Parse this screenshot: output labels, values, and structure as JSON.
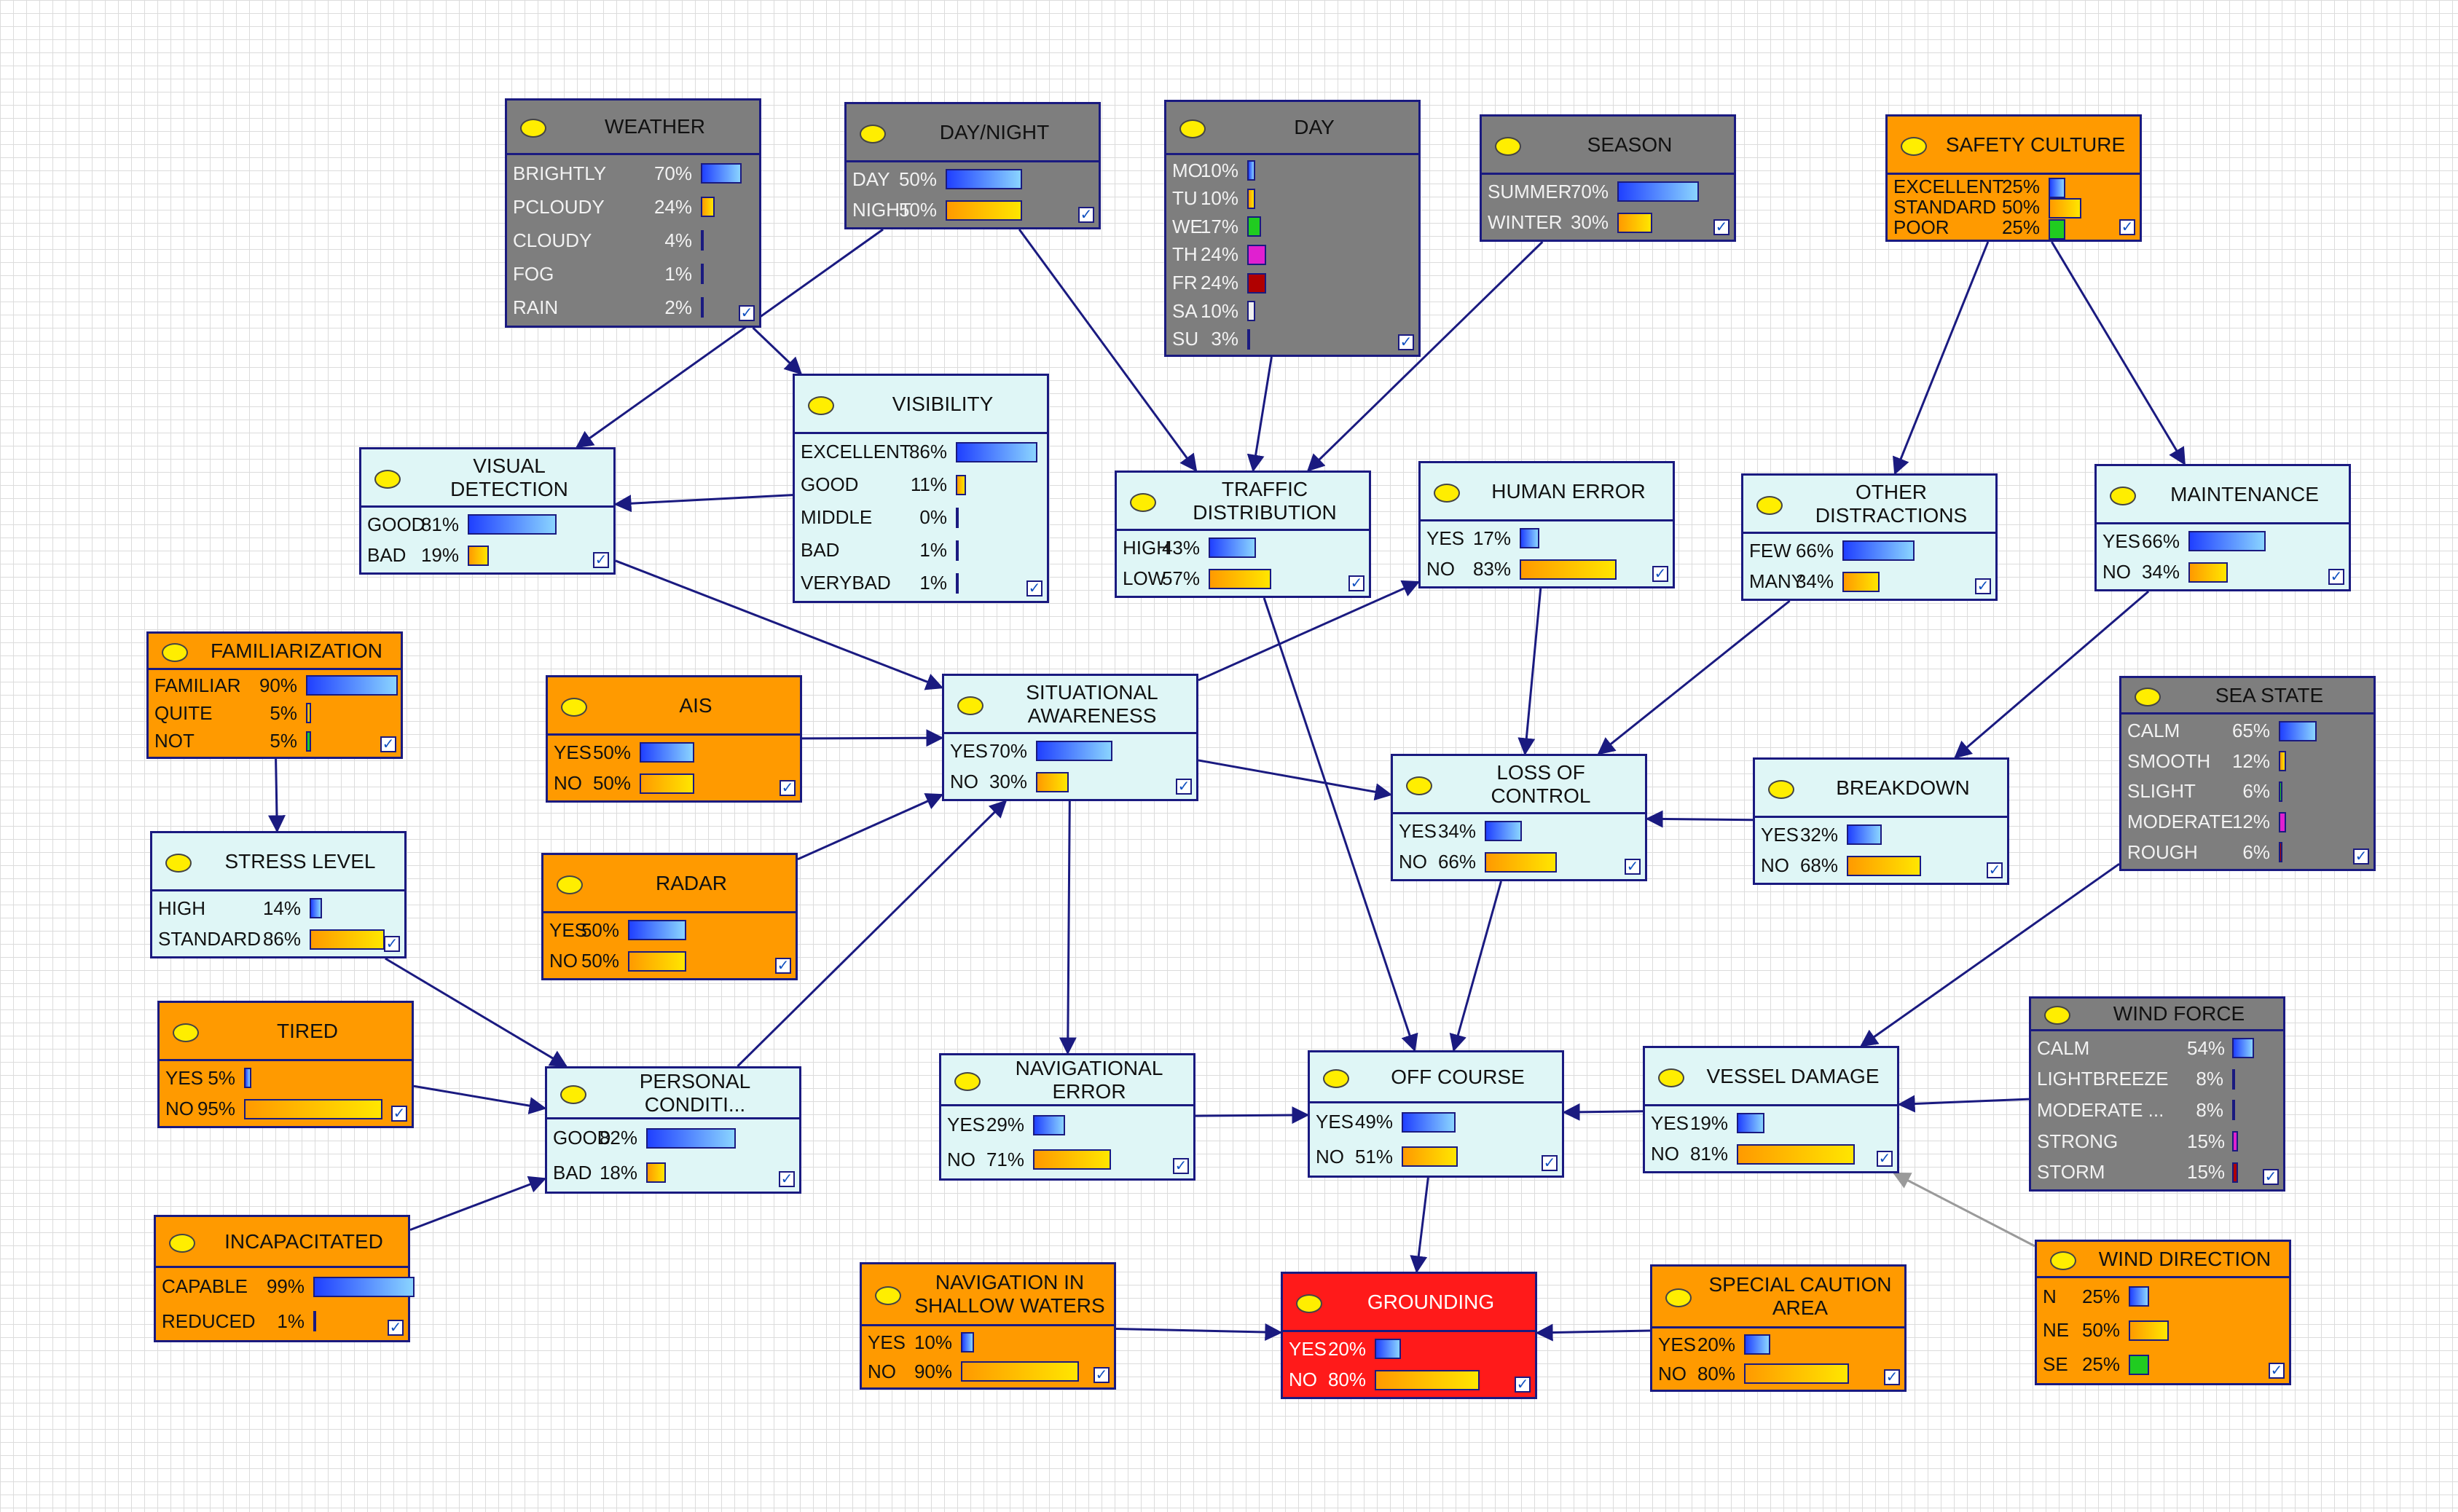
{
  "colors": {
    "grid": "#dcdcdc",
    "edge": "#1a1a80",
    "node_light": "#dff6f6",
    "node_gray": "#7e7e7e",
    "node_orange": "#ff9a00",
    "node_red": "#ff1a1a",
    "bar_blue": "#2040ff",
    "bar_yellow": "#ffe600",
    "bar_green": "#20cc20",
    "bar_magenta": "#e020d0",
    "bar_darkred": "#b00000"
  },
  "nodes": [
    {
      "id": "weather",
      "title": "WEATHER",
      "color": "gray",
      "states": [
        {
          "label": "BRIGHTLY",
          "pct": "70%",
          "value": 70,
          "bar": "blue"
        },
        {
          "label": "PCLOUDY",
          "pct": "24%",
          "value": 24,
          "bar": "yellow"
        },
        {
          "label": "CLOUDY",
          "pct": "4%",
          "value": 4,
          "bar": "green"
        },
        {
          "label": "FOG",
          "pct": "1%",
          "value": 1,
          "bar": "magenta"
        },
        {
          "label": "RAIN",
          "pct": "2%",
          "value": 2,
          "bar": "darkred"
        }
      ]
    },
    {
      "id": "daynight",
      "title": "DAY/NIGHT",
      "color": "gray",
      "states": [
        {
          "label": "DAY",
          "pct": "50%",
          "value": 50,
          "bar": "blue"
        },
        {
          "label": "NIGHT",
          "pct": "50%",
          "value": 50,
          "bar": "yellow"
        }
      ]
    },
    {
      "id": "day",
      "title": "DAY",
      "color": "gray",
      "states": [
        {
          "label": "MO",
          "pct": "10%",
          "value": 10,
          "bar": "blue"
        },
        {
          "label": "TU",
          "pct": "10%",
          "value": 10,
          "bar": "yellow"
        },
        {
          "label": "WE",
          "pct": "17%",
          "value": 17,
          "bar": "green"
        },
        {
          "label": "TH",
          "pct": "24%",
          "value": 24,
          "bar": "magenta"
        },
        {
          "label": "FR",
          "pct": "24%",
          "value": 24,
          "bar": "darkred"
        },
        {
          "label": "SA",
          "pct": "10%",
          "value": 10,
          "bar": "white"
        },
        {
          "label": "SU",
          "pct": "3%",
          "value": 3,
          "bar": "blue"
        }
      ]
    },
    {
      "id": "season",
      "title": "SEASON",
      "color": "gray",
      "states": [
        {
          "label": "SUMMER",
          "pct": "70%",
          "value": 70,
          "bar": "blue"
        },
        {
          "label": "WINTER",
          "pct": "30%",
          "value": 30,
          "bar": "yellow"
        }
      ]
    },
    {
      "id": "safety",
      "title": "SAFETY CULTURE",
      "color": "orange",
      "states": [
        {
          "label": "EXCELLENT",
          "pct": "25%",
          "value": 25,
          "bar": "blue"
        },
        {
          "label": "STANDARD",
          "pct": "50%",
          "value": 50,
          "bar": "yellow"
        },
        {
          "label": "POOR",
          "pct": "25%",
          "value": 25,
          "bar": "green"
        }
      ]
    },
    {
      "id": "visibility",
      "title": "VISIBILITY",
      "color": "light",
      "states": [
        {
          "label": "EXCELLENT",
          "pct": "86%",
          "value": 86,
          "bar": "blue"
        },
        {
          "label": "GOOD",
          "pct": "11%",
          "value": 11,
          "bar": "yellow"
        },
        {
          "label": "MIDDLE",
          "pct": "0%",
          "value": 0,
          "bar": "green"
        },
        {
          "label": "BAD",
          "pct": "1%",
          "value": 1,
          "bar": "magenta"
        },
        {
          "label": "VERYBAD",
          "pct": "1%",
          "value": 1,
          "bar": "darkred"
        }
      ]
    },
    {
      "id": "visualdet",
      "title": "VISUAL DETECTION",
      "color": "light",
      "states": [
        {
          "label": "GOOD",
          "pct": "81%",
          "value": 81,
          "bar": "blue"
        },
        {
          "label": "BAD",
          "pct": "19%",
          "value": 19,
          "bar": "yellow"
        }
      ]
    },
    {
      "id": "traffic",
      "title": "TRAFFIC\nDISTRIBUTION",
      "color": "light",
      "states": [
        {
          "label": "HIGH",
          "pct": "43%",
          "value": 43,
          "bar": "blue"
        },
        {
          "label": "LOW",
          "pct": "57%",
          "value": 57,
          "bar": "yellow"
        }
      ]
    },
    {
      "id": "humanerror",
      "title": "HUMAN ERROR",
      "color": "light",
      "states": [
        {
          "label": "YES",
          "pct": "17%",
          "value": 17,
          "bar": "blue"
        },
        {
          "label": "NO",
          "pct": "83%",
          "value": 83,
          "bar": "yellow"
        }
      ]
    },
    {
      "id": "otherdist",
      "title": "OTHER\nDISTRACTIONS",
      "color": "light",
      "states": [
        {
          "label": "FEW",
          "pct": "66%",
          "value": 66,
          "bar": "blue"
        },
        {
          "label": "MANY",
          "pct": "34%",
          "value": 34,
          "bar": "yellow"
        }
      ]
    },
    {
      "id": "maintenance",
      "title": "MAINTENANCE",
      "color": "light",
      "states": [
        {
          "label": "YES",
          "pct": "66%",
          "value": 66,
          "bar": "blue"
        },
        {
          "label": "NO",
          "pct": "34%",
          "value": 34,
          "bar": "yellow"
        }
      ]
    },
    {
      "id": "familiar",
      "title": "FAMILIARIZATION",
      "color": "orange",
      "states": [
        {
          "label": "FAMILIAR",
          "pct": "90%",
          "value": 90,
          "bar": "blue"
        },
        {
          "label": "QUITE",
          "pct": "5%",
          "value": 5,
          "bar": "yellow"
        },
        {
          "label": "NOT",
          "pct": "5%",
          "value": 5,
          "bar": "green"
        }
      ]
    },
    {
      "id": "ais",
      "title": "AIS",
      "color": "orange",
      "states": [
        {
          "label": "YES",
          "pct": "50%",
          "value": 50,
          "bar": "blue"
        },
        {
          "label": "NO",
          "pct": "50%",
          "value": 50,
          "bar": "yellow"
        }
      ]
    },
    {
      "id": "situational",
      "title": "SITUATIONAL\nAWARENESS",
      "color": "light",
      "states": [
        {
          "label": "YES",
          "pct": "70%",
          "value": 70,
          "bar": "blue"
        },
        {
          "label": "NO",
          "pct": "30%",
          "value": 30,
          "bar": "yellow"
        }
      ]
    },
    {
      "id": "lossctrl",
      "title": "LOSS OF CONTROL",
      "color": "light",
      "states": [
        {
          "label": "YES",
          "pct": "34%",
          "value": 34,
          "bar": "blue"
        },
        {
          "label": "NO",
          "pct": "66%",
          "value": 66,
          "bar": "yellow"
        }
      ]
    },
    {
      "id": "breakdown",
      "title": "BREAKDOWN",
      "color": "light",
      "states": [
        {
          "label": "YES",
          "pct": "32%",
          "value": 32,
          "bar": "blue"
        },
        {
          "label": "NO",
          "pct": "68%",
          "value": 68,
          "bar": "yellow"
        }
      ]
    },
    {
      "id": "seastate",
      "title": "SEA STATE",
      "color": "gray",
      "states": [
        {
          "label": "CALM",
          "pct": "65%",
          "value": 65,
          "bar": "blue"
        },
        {
          "label": "SMOOTH",
          "pct": "12%",
          "value": 12,
          "bar": "yellow"
        },
        {
          "label": "SLIGHT",
          "pct": "6%",
          "value": 6,
          "bar": "green"
        },
        {
          "label": "MODERATE",
          "pct": "12%",
          "value": 12,
          "bar": "magenta"
        },
        {
          "label": "ROUGH",
          "pct": "6%",
          "value": 6,
          "bar": "darkred"
        }
      ]
    },
    {
      "id": "stress",
      "title": "STRESS LEVEL",
      "color": "light",
      "states": [
        {
          "label": "HIGH",
          "pct": "14%",
          "value": 14,
          "bar": "blue"
        },
        {
          "label": "STANDARD",
          "pct": "86%",
          "value": 86,
          "bar": "yellow"
        }
      ]
    },
    {
      "id": "radar",
      "title": "RADAR",
      "color": "orange",
      "states": [
        {
          "label": "YES",
          "pct": "50%",
          "value": 50,
          "bar": "blue"
        },
        {
          "label": "NO",
          "pct": "50%",
          "value": 50,
          "bar": "yellow"
        }
      ]
    },
    {
      "id": "tired",
      "title": "TIRED",
      "color": "orange",
      "states": [
        {
          "label": "YES",
          "pct": "5%",
          "value": 5,
          "bar": "blue"
        },
        {
          "label": "NO",
          "pct": "95%",
          "value": 95,
          "bar": "yellow"
        }
      ]
    },
    {
      "id": "personal",
      "title": "PERSONAL CONDITI...",
      "color": "light",
      "states": [
        {
          "label": "GOOD",
          "pct": "82%",
          "value": 82,
          "bar": "blue"
        },
        {
          "label": "BAD",
          "pct": "18%",
          "value": 18,
          "bar": "yellow"
        }
      ]
    },
    {
      "id": "naverror",
      "title": "NAVIGATIONAL ERROR",
      "color": "light",
      "states": [
        {
          "label": "YES",
          "pct": "29%",
          "value": 29,
          "bar": "blue"
        },
        {
          "label": "NO",
          "pct": "71%",
          "value": 71,
          "bar": "yellow"
        }
      ]
    },
    {
      "id": "offcourse",
      "title": "OFF COURSE",
      "color": "light",
      "states": [
        {
          "label": "YES",
          "pct": "49%",
          "value": 49,
          "bar": "blue"
        },
        {
          "label": "NO",
          "pct": "51%",
          "value": 51,
          "bar": "yellow"
        }
      ]
    },
    {
      "id": "vesseldmg",
      "title": "VESSEL DAMAGE",
      "color": "light",
      "states": [
        {
          "label": "YES",
          "pct": "19%",
          "value": 19,
          "bar": "blue"
        },
        {
          "label": "NO",
          "pct": "81%",
          "value": 81,
          "bar": "yellow"
        }
      ]
    },
    {
      "id": "windforce",
      "title": "WIND FORCE",
      "color": "gray",
      "states": [
        {
          "label": "CALM",
          "pct": "54%",
          "value": 54,
          "bar": "blue"
        },
        {
          "label": "LIGHTBREEZE",
          "pct": "8%",
          "value": 8,
          "bar": "yellow"
        },
        {
          "label": "MODERATE ...",
          "pct": "8%",
          "value": 8,
          "bar": "green"
        },
        {
          "label": "STRONG",
          "pct": "15%",
          "value": 15,
          "bar": "magenta"
        },
        {
          "label": "STORM",
          "pct": "15%",
          "value": 15,
          "bar": "darkred"
        }
      ]
    },
    {
      "id": "incap",
      "title": "INCAPACITATED",
      "color": "orange",
      "states": [
        {
          "label": "CAPABLE",
          "pct": "99%",
          "value": 99,
          "bar": "blue"
        },
        {
          "label": "REDUCED",
          "pct": "1%",
          "value": 1,
          "bar": "yellow"
        }
      ]
    },
    {
      "id": "shallow",
      "title": "NAVIGATION IN\nSHALLOW WATERS",
      "color": "orange",
      "states": [
        {
          "label": "YES",
          "pct": "10%",
          "value": 10,
          "bar": "blue"
        },
        {
          "label": "NO",
          "pct": "90%",
          "value": 90,
          "bar": "yellow"
        }
      ]
    },
    {
      "id": "grounding",
      "title": "GROUNDING",
      "color": "red",
      "states": [
        {
          "label": "YES",
          "pct": "20%",
          "value": 20,
          "bar": "blue"
        },
        {
          "label": "NO",
          "pct": "80%",
          "value": 80,
          "bar": "yellow"
        }
      ]
    },
    {
      "id": "specialcaution",
      "title": "SPECIAL CAUTION\nAREA",
      "color": "orange",
      "states": [
        {
          "label": "YES",
          "pct": "20%",
          "value": 20,
          "bar": "blue"
        },
        {
          "label": "NO",
          "pct": "80%",
          "value": 80,
          "bar": "yellow"
        }
      ]
    },
    {
      "id": "winddir",
      "title": "WIND DIRECTION",
      "color": "orange",
      "states": [
        {
          "label": "N",
          "pct": "25%",
          "value": 25,
          "bar": "blue"
        },
        {
          "label": "NE",
          "pct": "50%",
          "value": 50,
          "bar": "yellow"
        },
        {
          "label": "SE",
          "pct": "25%",
          "value": 25,
          "bar": "green"
        }
      ]
    }
  ],
  "edges": [
    [
      "daynight",
      "visualdet"
    ],
    [
      "weather",
      "visibility"
    ],
    [
      "visibility",
      "visualdet"
    ],
    [
      "daynight",
      "traffic"
    ],
    [
      "day",
      "traffic"
    ],
    [
      "season",
      "traffic"
    ],
    [
      "safety",
      "otherdist"
    ],
    [
      "safety",
      "maintenance"
    ],
    [
      "visualdet",
      "situational"
    ],
    [
      "ais",
      "situational"
    ],
    [
      "radar",
      "situational"
    ],
    [
      "familiar",
      "stress"
    ],
    [
      "stress",
      "personal"
    ],
    [
      "tired",
      "personal"
    ],
    [
      "incap",
      "personal"
    ],
    [
      "personal",
      "situational"
    ],
    [
      "situational",
      "humanerror"
    ],
    [
      "situational",
      "lossctrl"
    ],
    [
      "situational",
      "naverror"
    ],
    [
      "humanerror",
      "lossctrl"
    ],
    [
      "otherdist",
      "lossctrl"
    ],
    [
      "breakdown",
      "lossctrl"
    ],
    [
      "maintenance",
      "breakdown"
    ],
    [
      "traffic",
      "offcourse"
    ],
    [
      "naverror",
      "offcourse"
    ],
    [
      "lossctrl",
      "offcourse"
    ],
    [
      "vesseldmg",
      "offcourse"
    ],
    [
      "seastate",
      "vesseldmg"
    ],
    [
      "windforce",
      "vesseldmg"
    ],
    [
      "winddir",
      "vesseldmg"
    ],
    [
      "offcourse",
      "grounding"
    ],
    [
      "shallow",
      "grounding"
    ],
    [
      "specialcaution",
      "grounding"
    ]
  ]
}
